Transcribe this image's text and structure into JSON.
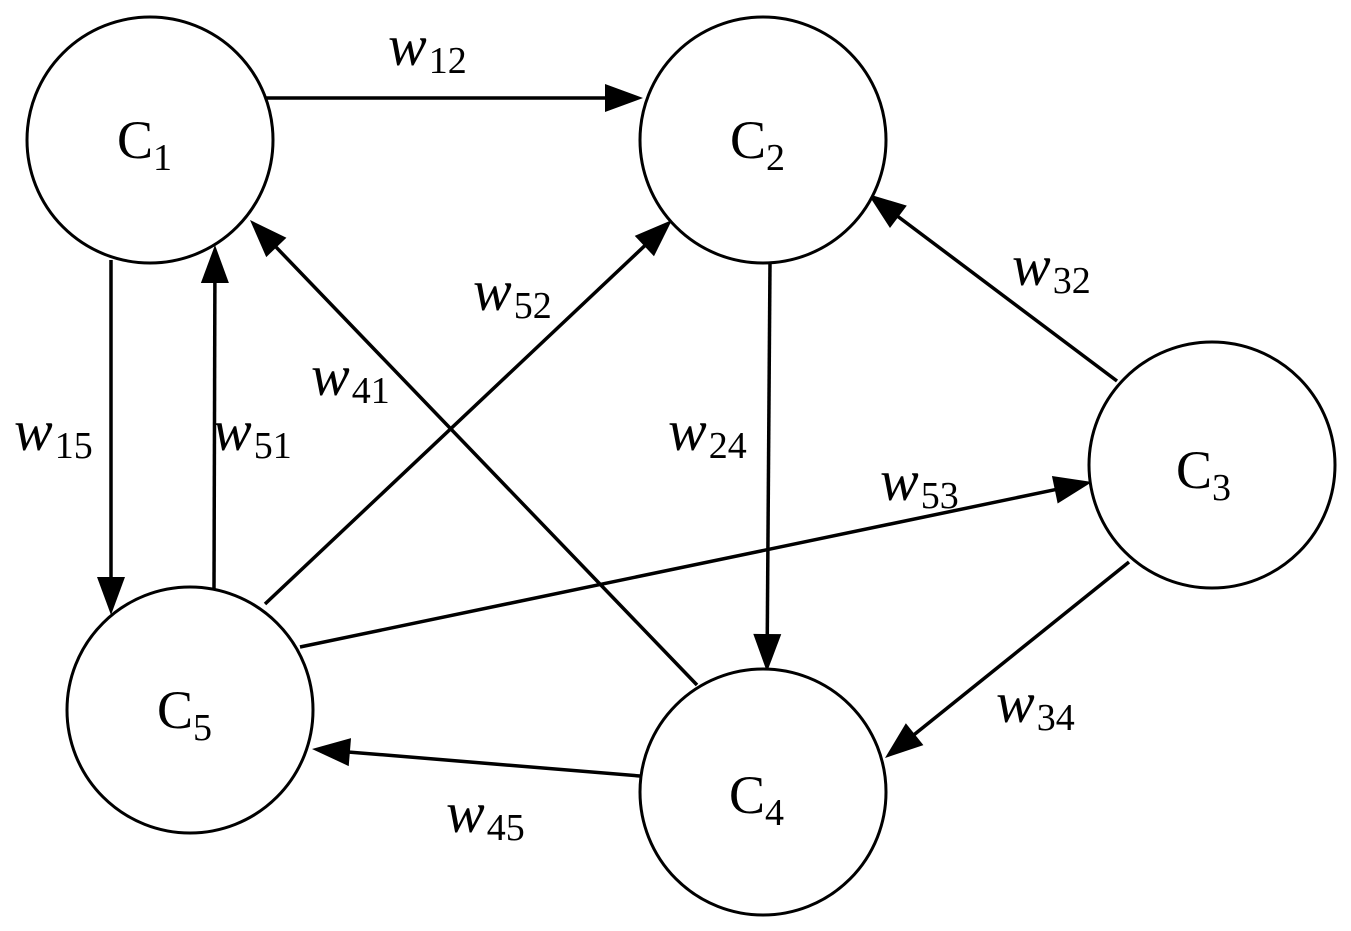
{
  "diagram": {
    "nodes": [
      {
        "id": "c1",
        "letter": "C",
        "sub": "1"
      },
      {
        "id": "c2",
        "letter": "C",
        "sub": "2"
      },
      {
        "id": "c3",
        "letter": "C",
        "sub": "3"
      },
      {
        "id": "c4",
        "letter": "C",
        "sub": "4"
      },
      {
        "id": "c5",
        "letter": "C",
        "sub": "5"
      }
    ],
    "edges": [
      {
        "id": "w12",
        "from": "c1",
        "to": "c2",
        "symbol": "w",
        "sub": "12"
      },
      {
        "id": "w15",
        "from": "c1",
        "to": "c5",
        "symbol": "w",
        "sub": "15"
      },
      {
        "id": "w51",
        "from": "c5",
        "to": "c1",
        "symbol": "w",
        "sub": "51"
      },
      {
        "id": "w52",
        "from": "c5",
        "to": "c2",
        "symbol": "w",
        "sub": "52"
      },
      {
        "id": "w41",
        "from": "c4",
        "to": "c1",
        "symbol": "w",
        "sub": "41"
      },
      {
        "id": "w24",
        "from": "c2",
        "to": "c4",
        "symbol": "w",
        "sub": "24"
      },
      {
        "id": "w32",
        "from": "c3",
        "to": "c2",
        "symbol": "w",
        "sub": "32"
      },
      {
        "id": "w53",
        "from": "c5",
        "to": "c3",
        "symbol": "w",
        "sub": "53"
      },
      {
        "id": "w34",
        "from": "c3",
        "to": "c4",
        "symbol": "w",
        "sub": "34"
      },
      {
        "id": "w45",
        "from": "c4",
        "to": "c5",
        "symbol": "w",
        "sub": "45"
      }
    ]
  }
}
